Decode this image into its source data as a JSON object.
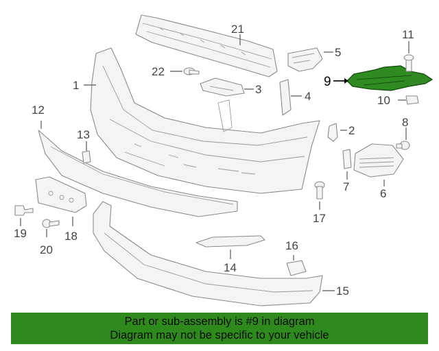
{
  "callouts": {
    "c1": "1",
    "c2": "2",
    "c3": "3",
    "c4": "4",
    "c5": "5",
    "c6": "6",
    "c7": "7",
    "c8": "8",
    "c9": "9",
    "c10": "10",
    "c11": "11",
    "c12": "12",
    "c13": "13",
    "c14": "14",
    "c15": "15",
    "c16": "16",
    "c17": "17",
    "c18": "18",
    "c19": "19",
    "c20": "20",
    "c21": "21",
    "c22": "22"
  },
  "highlight": {
    "part": "9",
    "color": "#2f8a22"
  },
  "banner": {
    "line1": "Part or sub-assembly is #9 in diagram",
    "line2": "Diagram may not be specific to your vehicle",
    "background": "#2f8a1e"
  }
}
